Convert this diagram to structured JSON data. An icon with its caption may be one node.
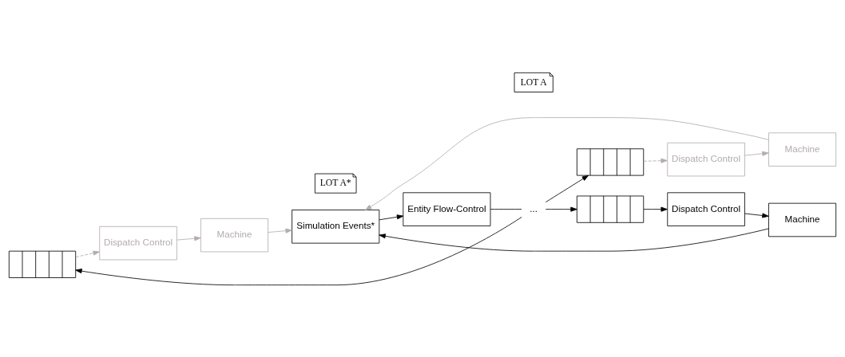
{
  "diagram": {
    "nodes": [
      {
        "text": [],
        "shape": "box"
      },
      {
        "text": [
          "Dispatch Control"
        ]
      },
      {
        "text": [
          "Machine"
        ]
      },
      {
        "text": [],
        "shape": "box"
      },
      {
        "text": [
          "Dispatch Control"
        ]
      },
      {
        "text": [
          "Machine"
        ]
      },
      {
        "text": [
          "Simulation Events*"
        ]
      },
      {
        "text": [],
        "shape": "box"
      },
      {
        "text": [
          "Dispatch Control"
        ]
      },
      {
        "text": [
          "Machine"
        ]
      },
      {
        "text": [
          "LOT A"
        ]
      },
      {
        "text": [
          "LOT A*"
        ]
      },
      {
        "text": [
          "..."
        ]
      },
      {
        "text": [
          "Entity Flow-Control"
        ]
      }
    ],
    "edges": [
      {
        "from": 12,
        "to": 0,
        "arrow": "to"
      },
      {
        "from": 12,
        "to": 3,
        "arrow": "to"
      },
      {
        "from": 12,
        "to": 7,
        "arrow": "to"
      },
      {
        "from": 0,
        "to": 1,
        "arrow": "to",
        "style": "dashed",
        "color": "#b4acac"
      },
      {
        "from": 1,
        "to": 2,
        "arrow": "to",
        "color": "#b4acac"
      },
      {
        "from": 2,
        "to": 6,
        "arrow": "to",
        "color": "#b4acac"
      },
      {
        "from": 3,
        "to": 4,
        "arrow": "to"
      },
      {
        "from": 4,
        "to": 5,
        "arrow": "to"
      },
      {
        "from": 5,
        "to": 6,
        "arrow": "to"
      },
      {
        "from": 7,
        "to": 8,
        "arrow": "to",
        "style": "dashed",
        "color": "#b4acac"
      },
      {
        "from": 8,
        "to": 9,
        "arrow": "to",
        "color": "#b4acac"
      },
      {
        "from": 9,
        "to": 6,
        "arrow": "to",
        "color": "#b4acac"
      },
      {
        "from": 6,
        "to": 13,
        "arrow": "to"
      },
      {
        "from": 13,
        "to": 12,
        "arrow": "none"
      }
    ]
  }
}
